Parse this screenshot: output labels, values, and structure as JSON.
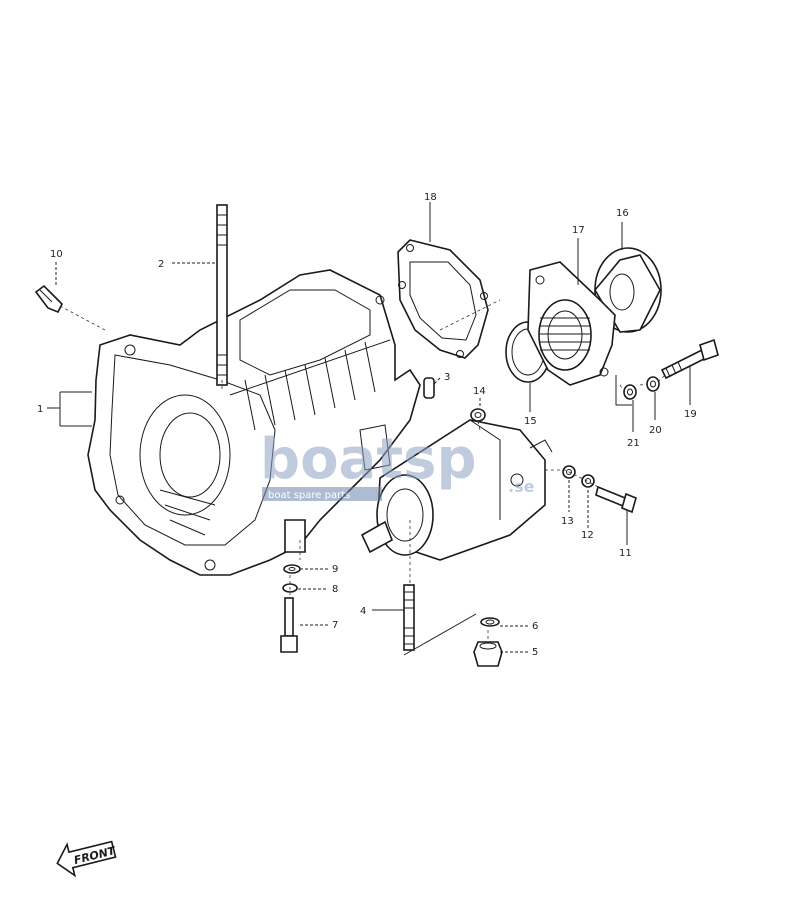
{
  "callouts": [
    {
      "id": "1",
      "text": "1"
    },
    {
      "id": "2",
      "text": "2"
    },
    {
      "id": "3",
      "text": "3"
    },
    {
      "id": "4",
      "text": "4"
    },
    {
      "id": "5",
      "text": "5"
    },
    {
      "id": "6",
      "text": "6"
    },
    {
      "id": "7",
      "text": "7"
    },
    {
      "id": "8",
      "text": "8"
    },
    {
      "id": "9",
      "text": "9"
    },
    {
      "id": "10",
      "text": "10"
    },
    {
      "id": "11",
      "text": "11"
    },
    {
      "id": "12",
      "text": "12"
    },
    {
      "id": "13",
      "text": "13"
    },
    {
      "id": "14",
      "text": "14"
    },
    {
      "id": "15",
      "text": "15"
    },
    {
      "id": "16",
      "text": "16"
    },
    {
      "id": "17",
      "text": "17"
    },
    {
      "id": "18",
      "text": "18"
    },
    {
      "id": "19",
      "text": "19"
    },
    {
      "id": "20",
      "text": "20"
    },
    {
      "id": "21",
      "text": "21"
    }
  ],
  "watermark": {
    "brand": "boatsp",
    "suffix": ".se",
    "tagline": "boat spare parts",
    "color": "#4a6fa5"
  },
  "front_marker": {
    "label": "FRONT"
  },
  "colors": {
    "line": "#1a1a1a",
    "background": "#ffffff"
  }
}
